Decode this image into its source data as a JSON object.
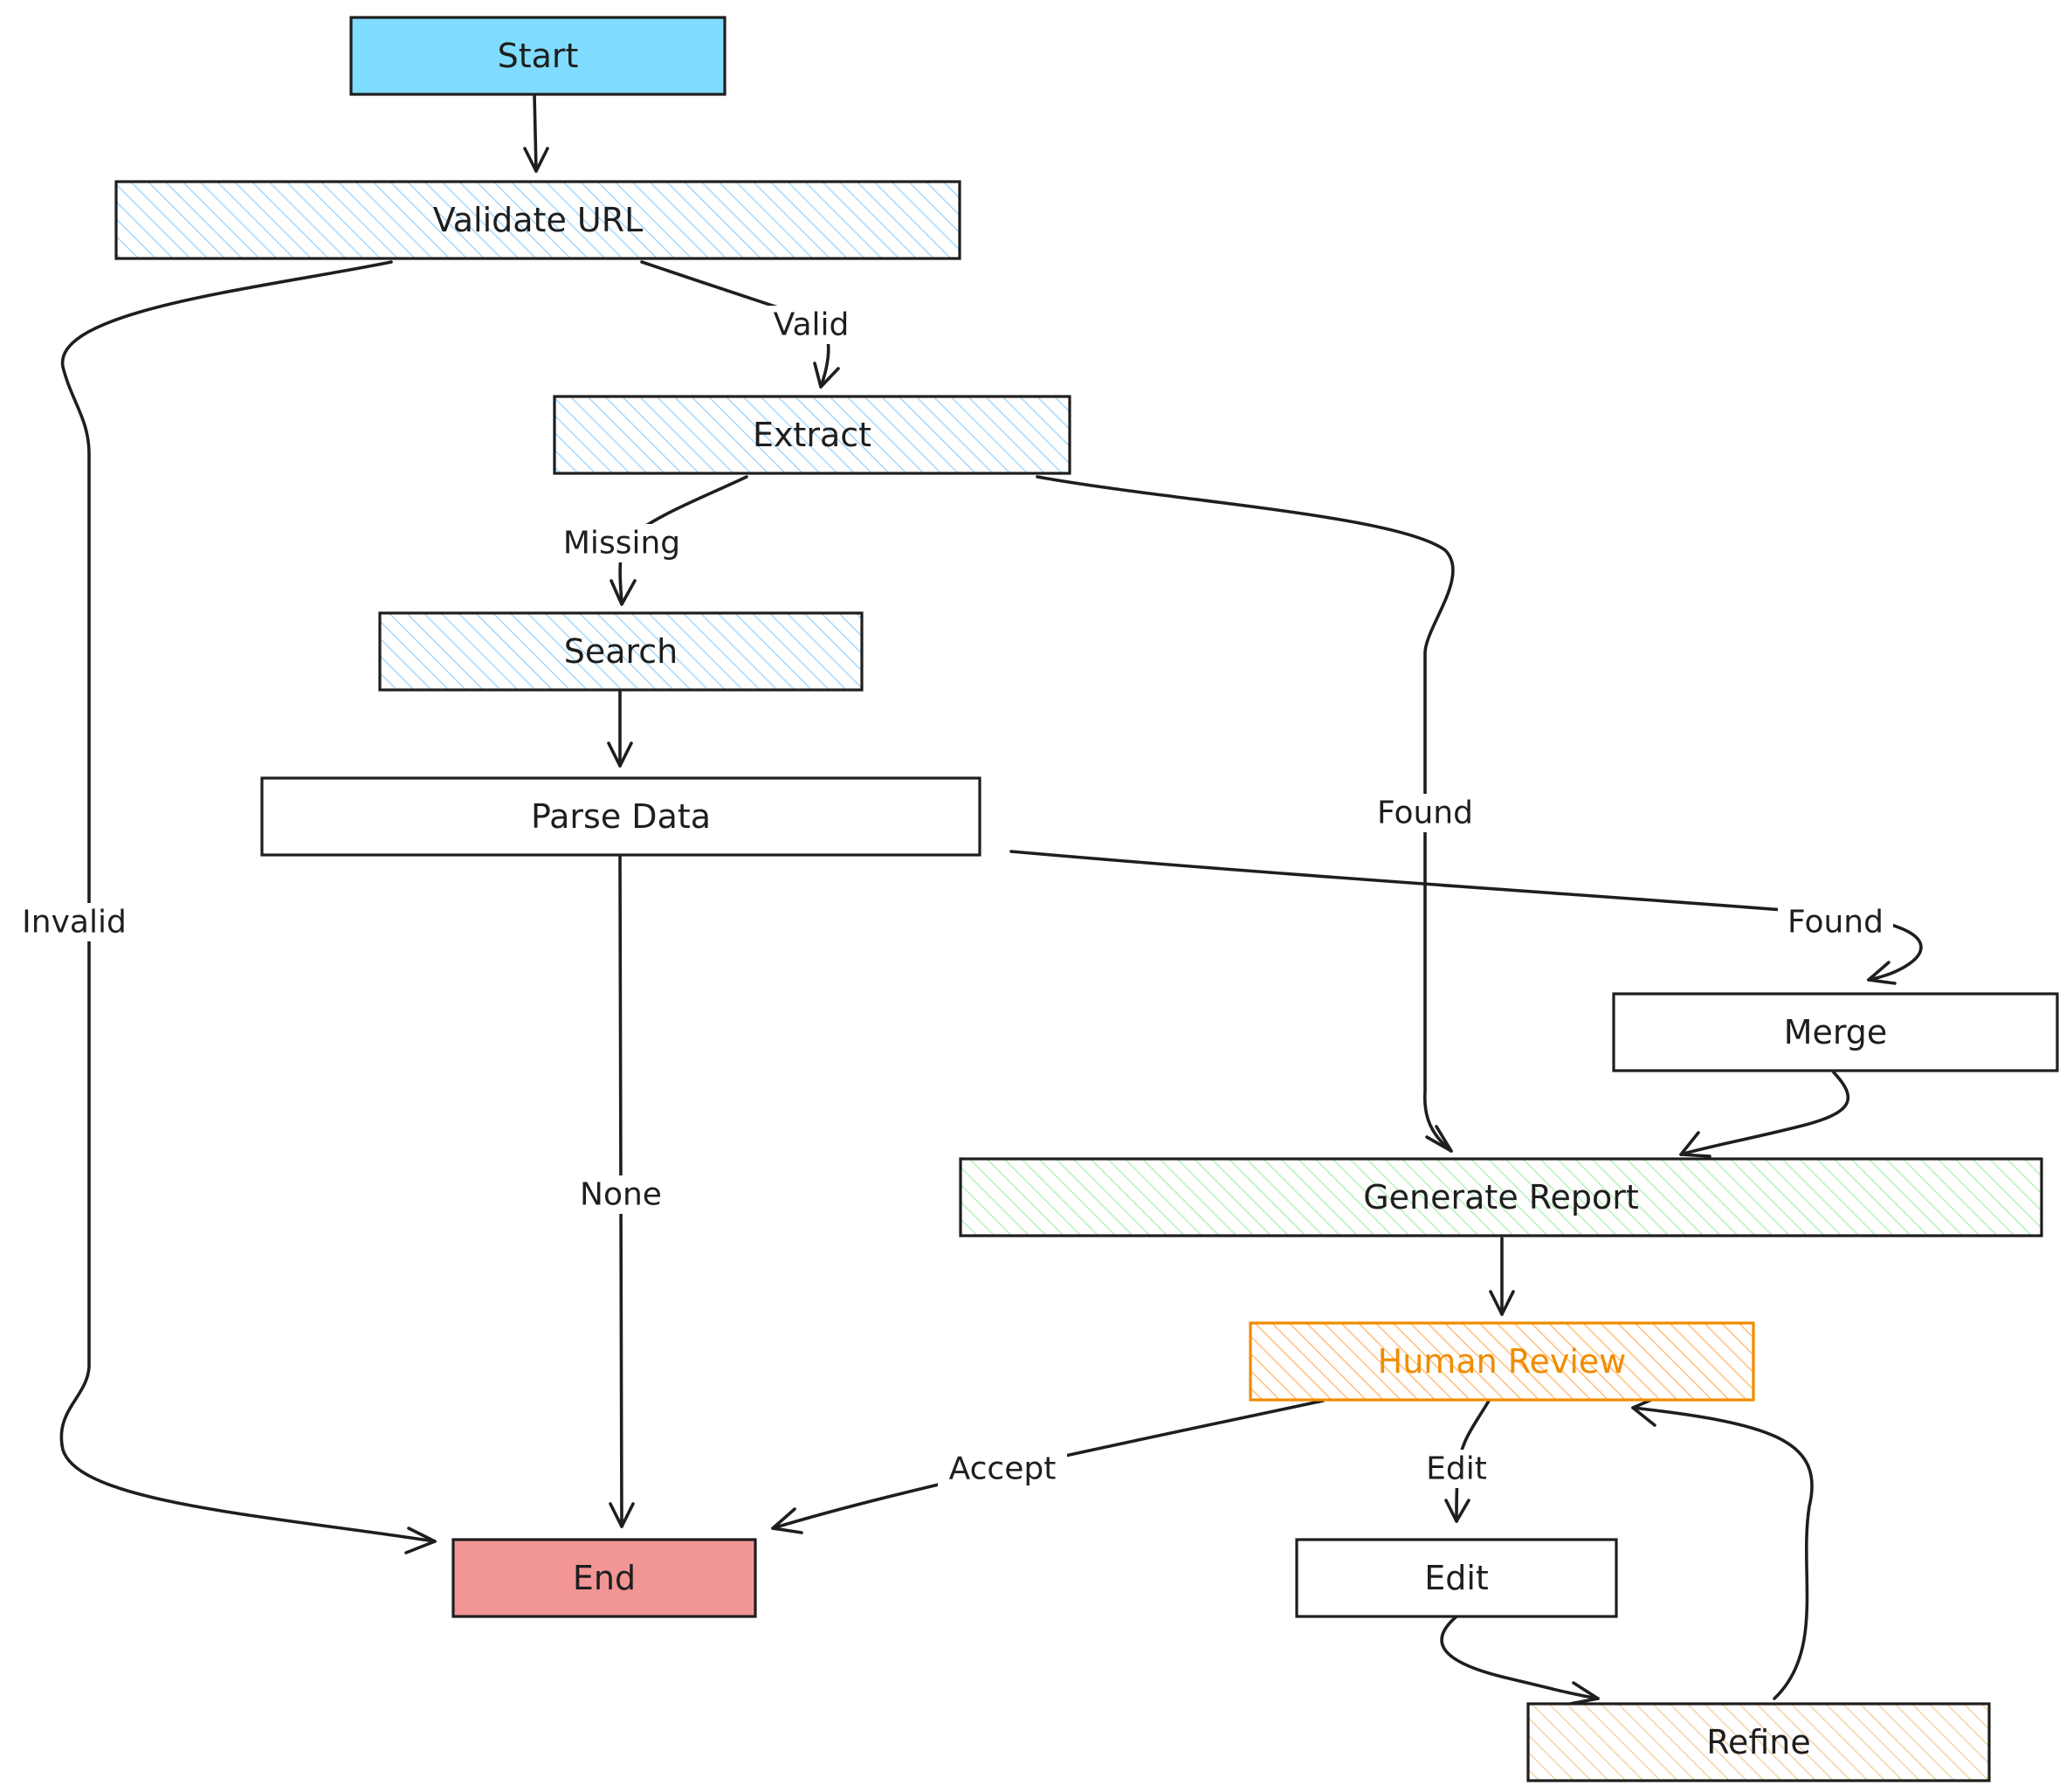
{
  "colors": {
    "ink": "#1e1e1e",
    "start_fill": "#80dcff",
    "blue_hatch": "#a5d8ff",
    "green_hatch": "#b2f2bb",
    "orange_hatch": "#ffc078",
    "tan_hatch": "#f2d4a6",
    "end_fill": "#f29595",
    "human_review_stroke": "#f08c00",
    "human_review_text": "#f08c00",
    "plain_fill": "#ffffff"
  },
  "nodes": [
    {
      "id": "start",
      "label": "Start",
      "style": "solid",
      "fill": "#80dcff"
    },
    {
      "id": "validate_url",
      "label": "Validate URL",
      "style": "hatch",
      "fill": "#a5d8ff"
    },
    {
      "id": "extract",
      "label": "Extract",
      "style": "hatch",
      "fill": "#a5d8ff"
    },
    {
      "id": "search",
      "label": "Search",
      "style": "hatch",
      "fill": "#a5d8ff"
    },
    {
      "id": "parse_data",
      "label": "Parse Data",
      "style": "plain",
      "fill": "#ffffff"
    },
    {
      "id": "merge",
      "label": "Merge",
      "style": "plain",
      "fill": "#ffffff"
    },
    {
      "id": "generate_report",
      "label": "Generate Report",
      "style": "hatch",
      "fill": "#b2f2bb"
    },
    {
      "id": "human_review",
      "label": "Human Review",
      "style": "hatch",
      "fill": "#ffc078",
      "stroke": "#f08c00",
      "text_color": "#f08c00"
    },
    {
      "id": "end",
      "label": "End",
      "style": "solid",
      "fill": "#f29595"
    },
    {
      "id": "edit",
      "label": "Edit",
      "style": "plain",
      "fill": "#ffffff"
    },
    {
      "id": "refine",
      "label": "Refine",
      "style": "hatch",
      "fill": "#f2d4a6"
    }
  ],
  "edges": [
    {
      "id": "start-validate",
      "from": "start",
      "to": "validate_url",
      "label": ""
    },
    {
      "id": "validate-extract",
      "from": "validate_url",
      "to": "extract",
      "label": "Valid"
    },
    {
      "id": "validate-end",
      "from": "validate_url",
      "to": "end",
      "label": "Invalid"
    },
    {
      "id": "extract-search",
      "from": "extract",
      "to": "search",
      "label": "Missing"
    },
    {
      "id": "extract-generate",
      "from": "extract",
      "to": "generate_report",
      "label": "Found"
    },
    {
      "id": "search-parse",
      "from": "search",
      "to": "parse_data",
      "label": ""
    },
    {
      "id": "parse-merge",
      "from": "parse_data",
      "to": "merge",
      "label": "Found"
    },
    {
      "id": "parse-end",
      "from": "parse_data",
      "to": "end",
      "label": "None"
    },
    {
      "id": "merge-generate",
      "from": "merge",
      "to": "generate_report",
      "label": ""
    },
    {
      "id": "generate-human",
      "from": "generate_report",
      "to": "human_review",
      "label": ""
    },
    {
      "id": "human-end",
      "from": "human_review",
      "to": "end",
      "label": "Accept"
    },
    {
      "id": "human-edit",
      "from": "human_review",
      "to": "edit",
      "label": "Edit"
    },
    {
      "id": "edit-refine",
      "from": "edit",
      "to": "refine",
      "label": ""
    },
    {
      "id": "refine-human",
      "from": "refine",
      "to": "human_review",
      "label": ""
    }
  ]
}
